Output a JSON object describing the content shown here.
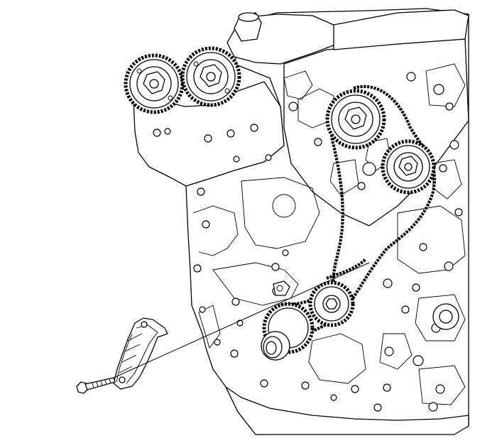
{
  "figure": {
    "description_icon": "engine-timing-chain-illustration",
    "components": [
      "engine-block",
      "left-bank-camshaft-sprockets",
      "right-bank-camshaft-sprockets",
      "timing-chain",
      "crankshaft-sprocket",
      "idler-sprocket",
      "chain-guide",
      "guide-bolt"
    ],
    "colors": {
      "ink": "#000000",
      "paper": "#ffffff"
    }
  }
}
